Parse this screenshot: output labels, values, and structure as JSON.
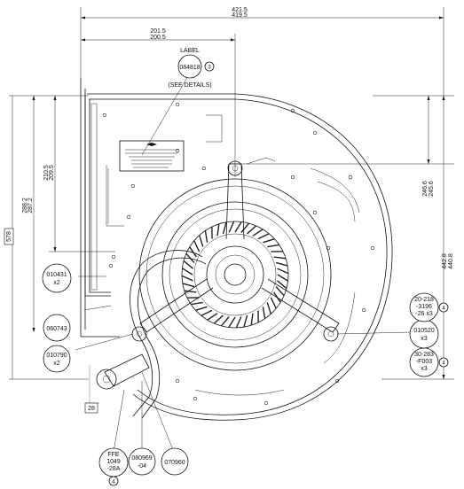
{
  "dimensions": {
    "overall_width_top": "421.5",
    "overall_width_bottom": "419.5",
    "half_width_top": "201.5",
    "half_width_bottom": "200.5",
    "left_height_a_top": "210.5",
    "left_height_a_bottom": "209.5",
    "left_height_b_top": "288.2",
    "left_height_b_bottom": "287.2",
    "left_boxed": "578",
    "right_height_a_top": "246.6",
    "right_height_a_bottom": "245.6",
    "right_height_b_top": "442.8",
    "right_height_b_bottom": "440.8",
    "bottom_box": "28"
  },
  "label_callout": {
    "title": "LABEL",
    "part": "084818",
    "item": "3",
    "note": "(SEE DETAILS)"
  },
  "callouts": {
    "c010431": {
      "line1": "010431",
      "line2": "x2"
    },
    "c060743": {
      "line1": "060743"
    },
    "c010790": {
      "line1": "010790",
      "line2": "x2"
    },
    "cffe": {
      "line1": "FFE",
      "line2": "1049",
      "line3": "-28A",
      "item": "4"
    },
    "c080969": {
      "line1": "080969",
      "line2": "-04"
    },
    "c070960": {
      "line1": "070960"
    },
    "c010520": {
      "line1": "010520",
      "line2": "x3"
    },
    "c20218": {
      "line1": "20-218",
      "line2": "-3196",
      "line3": "-26 x3",
      "item": "4"
    },
    "c30283": {
      "line1": "30-283",
      "line2": "-F003",
      "line3": "x3",
      "item": "4"
    }
  },
  "colors": {
    "line": "#111111",
    "background": "#ffffff"
  }
}
